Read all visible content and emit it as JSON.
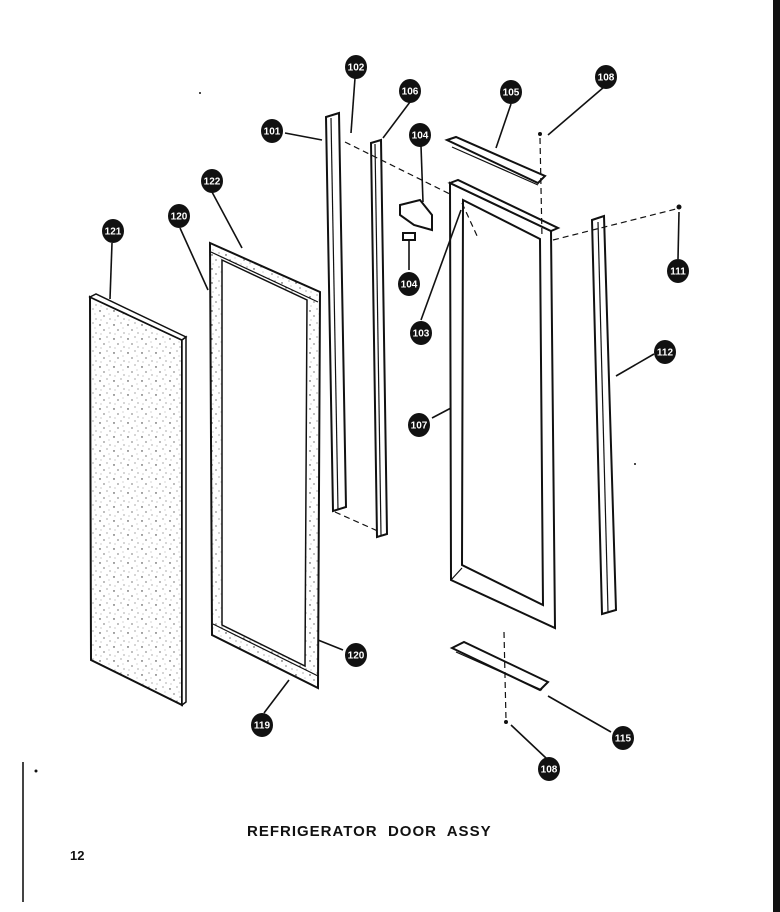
{
  "title": "REFRIGERATOR  DOOR  ASSY",
  "page_number": "12",
  "callouts": [
    {
      "id": "c101",
      "label": "101"
    },
    {
      "id": "c102",
      "label": "102"
    },
    {
      "id": "c106a",
      "label": "106"
    },
    {
      "id": "c104a",
      "label": "104"
    },
    {
      "id": "c105",
      "label": "105"
    },
    {
      "id": "c108a",
      "label": "108"
    },
    {
      "id": "c122",
      "label": "122"
    },
    {
      "id": "c120a",
      "label": "120"
    },
    {
      "id": "c121",
      "label": "121"
    },
    {
      "id": "c104b",
      "label": "104"
    },
    {
      "id": "c103",
      "label": "103"
    },
    {
      "id": "c111",
      "label": "111"
    },
    {
      "id": "c112",
      "label": "112"
    },
    {
      "id": "c107",
      "label": "107"
    },
    {
      "id": "c120b",
      "label": "120"
    },
    {
      "id": "c119",
      "label": "119"
    },
    {
      "id": "c115",
      "label": "115"
    },
    {
      "id": "c108b",
      "label": "108"
    }
  ]
}
